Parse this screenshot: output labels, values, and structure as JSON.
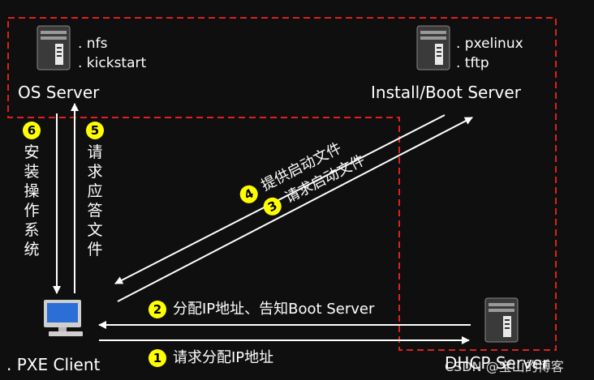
{
  "os_server": {
    "label": "OS Server",
    "services": [
      ". nfs",
      ". kickstart"
    ]
  },
  "install_server": {
    "label": "Install/Boot Server",
    "services": [
      ". pxelinux",
      ". tftp"
    ]
  },
  "client": {
    "label": "PXE Client"
  },
  "dhcp_server": {
    "label": "DHCP Server"
  },
  "steps": [
    {
      "num": "1",
      "text": "请求分配IP地址"
    },
    {
      "num": "2",
      "text": "分配IP地址、告知Boot Server"
    },
    {
      "num": "3",
      "text": "请求启动文件"
    },
    {
      "num": "4",
      "text": "提供启动文件"
    },
    {
      "num": "5",
      "text": "请求应答文件"
    },
    {
      "num": "6",
      "text": "安装操作系统"
    }
  ],
  "watermark": "CSDN @宝山的博客",
  "colors": {
    "background": "#0f0f0f",
    "arrow": "#ffffff",
    "dashed_border": "#e02020",
    "step_badge": "#ffff00"
  }
}
